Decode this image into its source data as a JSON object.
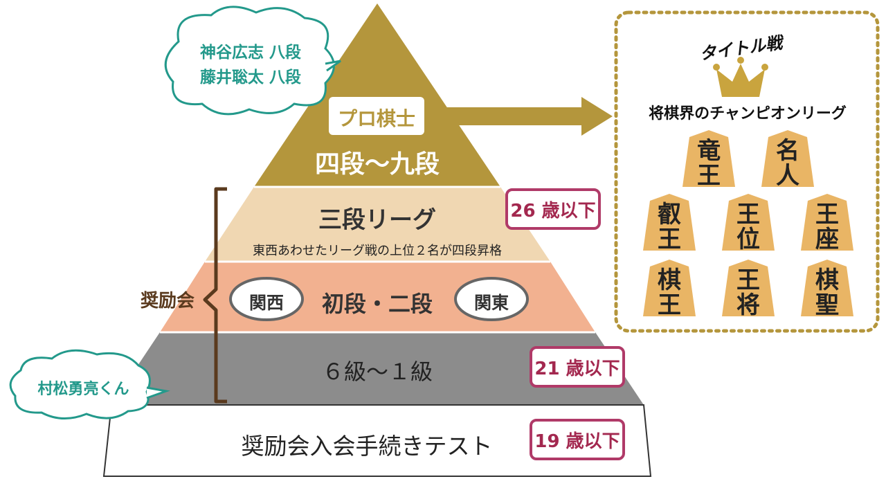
{
  "pyramid": {
    "top_title": "プロ棋士",
    "top_ranks": "四段～九段",
    "sandan_title": "三段リーグ",
    "sandan_note": "東西あわせたリーグ戦の上位２名が四段昇格",
    "shodan_title": "初段・二段",
    "kansai": "関西",
    "kanto": "関東",
    "kyu_title": "６級～１級",
    "entrance": "奨励会入会手続きテスト"
  },
  "ages": [
    "26 歳以下",
    "21 歳以下",
    "19 歳以下"
  ],
  "shoreikai_label": "奨励会",
  "bubbles": {
    "pros": [
      "神谷広志 八段",
      "藤井聡太 八段"
    ],
    "student": "村松勇亮くん"
  },
  "titles_box": {
    "heading": "タイトル戦",
    "subheading": "将棋界のチャンピオンリーグ",
    "pieces": [
      "竜王",
      "名人",
      "叡王",
      "王位",
      "王座",
      "棋王",
      "王将",
      "棋聖"
    ]
  },
  "colors": {
    "gold": "#b4963c",
    "peach": "#f0d7b2",
    "salmon": "#f2b190",
    "gray": "#8c8c8c",
    "teal": "#23998b",
    "magenta": "#b03a68",
    "brown": "#5a3a1e",
    "piece": "#e9b565"
  }
}
